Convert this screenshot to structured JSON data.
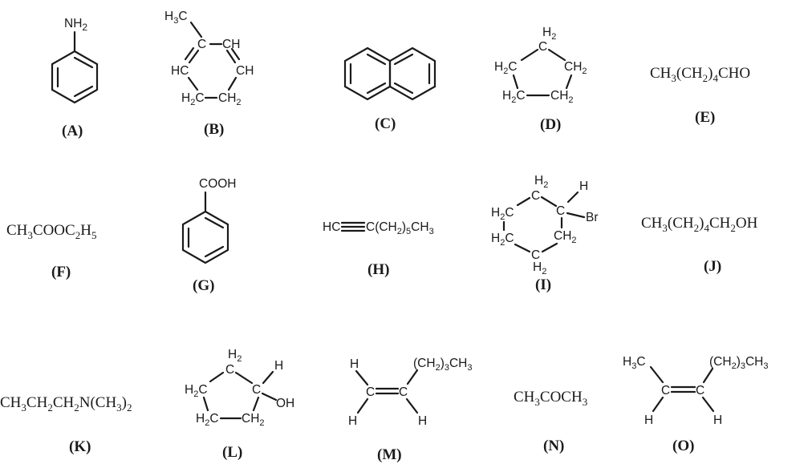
{
  "molecules": {
    "A": {
      "label": "(A)",
      "group": "NH2"
    },
    "B": {
      "label": "(B)",
      "methyl": "H3C",
      "c1": "C",
      "ch_top": "CH",
      "hc_left": "HC",
      "ch_right": "CH",
      "ch2_left": "H2C",
      "ch2_right": "CH2"
    },
    "C": {
      "label": "(C)"
    },
    "D": {
      "label": "(D)",
      "top": "H2",
      "top_c": "C",
      "left": "H2C",
      "right": "CH2",
      "bot_left": "H2C",
      "bot_right": "CH2"
    },
    "E": {
      "label": "(E)",
      "formula_a": "CH",
      "s1": "3",
      "formula_b": "(CH",
      "s2": "2",
      "formula_c": ")",
      "s3": "4",
      "formula_d": "CHO"
    },
    "F": {
      "label": "(F)",
      "a": "CH",
      "s1": "3",
      "b": "COOC",
      "s2": "2",
      "c": "H",
      "s3": "5"
    },
    "G": {
      "label": "(G)",
      "group": "COOH"
    },
    "H": {
      "label": "(H)",
      "left": "HC",
      "right": "C(CH2)5CH3"
    },
    "I": {
      "label": "(I)",
      "top": "H2",
      "top_c": "C",
      "h": "H",
      "c": "C",
      "br": "Br",
      "ch2_left_top": "H2C",
      "ch2_left_bot": "H2C",
      "ch2_right": "CH2",
      "bot_c": "C",
      "bot": "H2"
    },
    "J": {
      "label": "(J)",
      "a": "CH",
      "s1": "3",
      "b": "(CH",
      "s2": "2",
      "c": ")",
      "s3": "4",
      "d": "CH",
      "s4": "2",
      "e": "OH"
    },
    "K": {
      "label": "(K)",
      "a": "CH",
      "s1": "3",
      "b": "CH",
      "s2": "2",
      "c": "CH",
      "s3": "2",
      "d": "N(CH",
      "s4": "3",
      "e": ")",
      "s5": "2"
    },
    "L": {
      "label": "(L)",
      "top": "H2",
      "top_c": "C",
      "h": "H",
      "c": "C",
      "oh": "OH",
      "left": "H2C",
      "bot_left": "H2C",
      "bot_right": "CH2"
    },
    "M": {
      "label": "(M)",
      "h_tl": "H",
      "c_left": "C",
      "c_right": "C",
      "chain": "(CH2)3CH3",
      "h_bl": "H",
      "h_br": "H"
    },
    "N": {
      "label": "(N)",
      "a": "CH",
      "s1": "3",
      "b": "COCH",
      "s2": "3"
    },
    "O": {
      "label": "(O)",
      "methyl": "H3C",
      "c_left": "C",
      "c_right": "C",
      "chain": "(CH2)3CH3",
      "h_bl": "H",
      "h_br": "H"
    }
  }
}
